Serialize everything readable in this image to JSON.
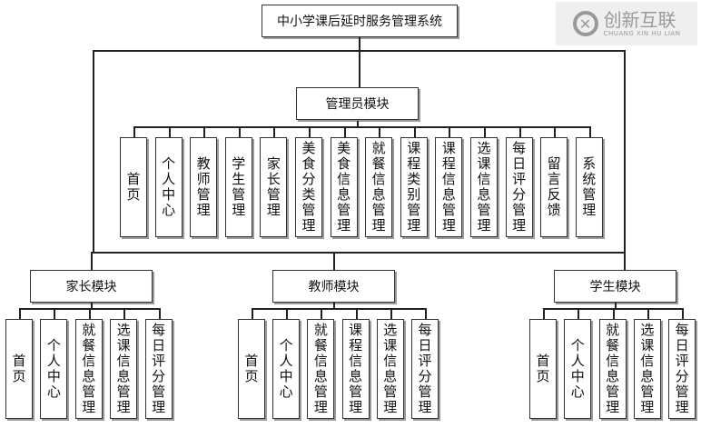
{
  "root": {
    "label": "中小学课后延时服务管理系统"
  },
  "admin": {
    "label": "管理员模块",
    "children": [
      "首页",
      "个人中心",
      "教师管理",
      "学生管理",
      "家长管理",
      "美食分类管理",
      "美食信息管理",
      "就餐信息管理",
      "课程类别管理",
      "课程信息管理",
      "选课信息管理",
      "每日评分管理",
      "留言反馈",
      "系统管理"
    ]
  },
  "parent": {
    "label": "家长模块",
    "children": [
      "首页",
      "个人中心",
      "就餐信息管理",
      "选课信息管理",
      "每日评分管理"
    ]
  },
  "teacher": {
    "label": "教师模块",
    "children": [
      "首页",
      "个人中心",
      "就餐信息管理",
      "课程信息管理",
      "选课信息管理",
      "每日评分管理"
    ]
  },
  "student": {
    "label": "学生模块",
    "children": [
      "首页",
      "个人中心",
      "就餐信息管理",
      "选课信息管理",
      "每日评分管理"
    ]
  },
  "watermark": {
    "cn": "创新互联",
    "en": "CHUANG XIN HU LIAN"
  }
}
